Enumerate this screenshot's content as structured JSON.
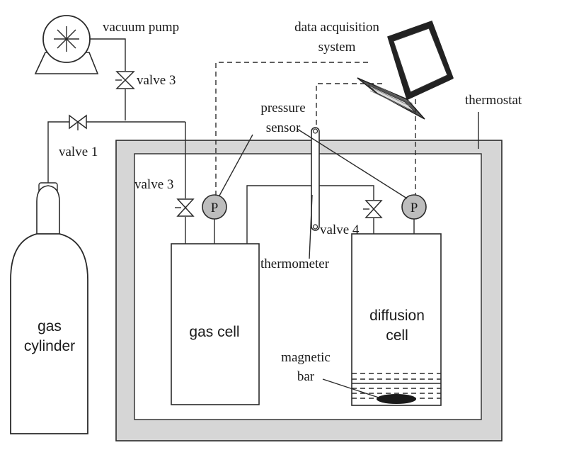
{
  "labels": {
    "vacuum_pump": "vacuum pump",
    "valve3_top": "valve 3",
    "valve1": "valve 1",
    "data_acq_line1": "data acquisition",
    "data_acq_line2": "system",
    "pressure_line1": "pressure",
    "pressure_line2": "sensor",
    "thermostat": "thermostat",
    "valve3_inner": "valve 3",
    "gauge_left": "P",
    "gauge_right": "P",
    "valve4": "valve 4",
    "thermometer": "thermometer",
    "gas_cell": "gas cell",
    "diffusion_line1": "diffusion",
    "diffusion_line2": "cell",
    "magnetic_line1": "magnetic",
    "magnetic_line2": "bar",
    "gas_cylinder_line1": "gas",
    "gas_cylinder_line2": "cylinder"
  }
}
